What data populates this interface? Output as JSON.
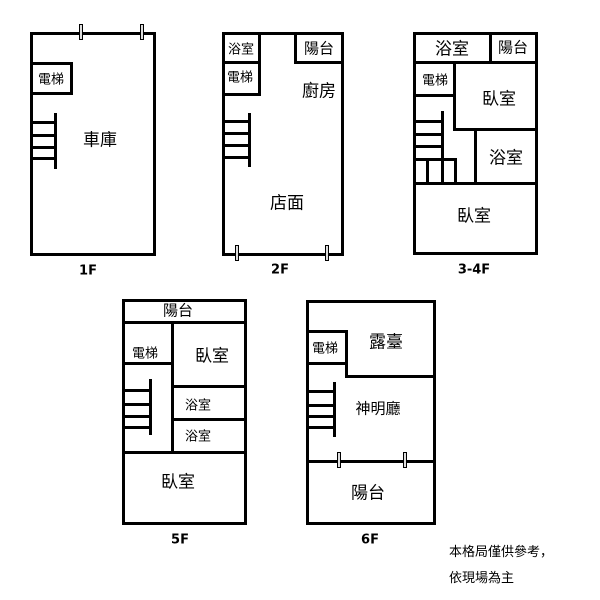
{
  "floors": [
    {
      "label": "1F",
      "rooms": {
        "elevator": "電梯",
        "garage": "車庫"
      }
    },
    {
      "label": "2F",
      "rooms": {
        "bathroom": "浴室",
        "balcony": "陽台",
        "elevator": "電梯",
        "kitchen": "廚房",
        "shop": "店面"
      }
    },
    {
      "label": "3-4F",
      "rooms": {
        "bathroom_top": "浴室",
        "balcony": "陽台",
        "elevator": "電梯",
        "bedroom_upper": "臥室",
        "bathroom_mid": "浴室",
        "bedroom_lower": "臥室"
      }
    },
    {
      "label": "5F",
      "rooms": {
        "balcony": "陽台",
        "elevator": "電梯",
        "bedroom_upper": "臥室",
        "bathroom_1": "浴室",
        "bathroom_2": "浴室",
        "bedroom_lower": "臥室"
      }
    },
    {
      "label": "6F",
      "rooms": {
        "elevator": "電梯",
        "terrace": "露臺",
        "shrine_hall": "神明廳",
        "balcony": "陽台"
      }
    }
  ],
  "note": {
    "line1": "本格局僅供參考，",
    "line2": "依現場為主"
  }
}
